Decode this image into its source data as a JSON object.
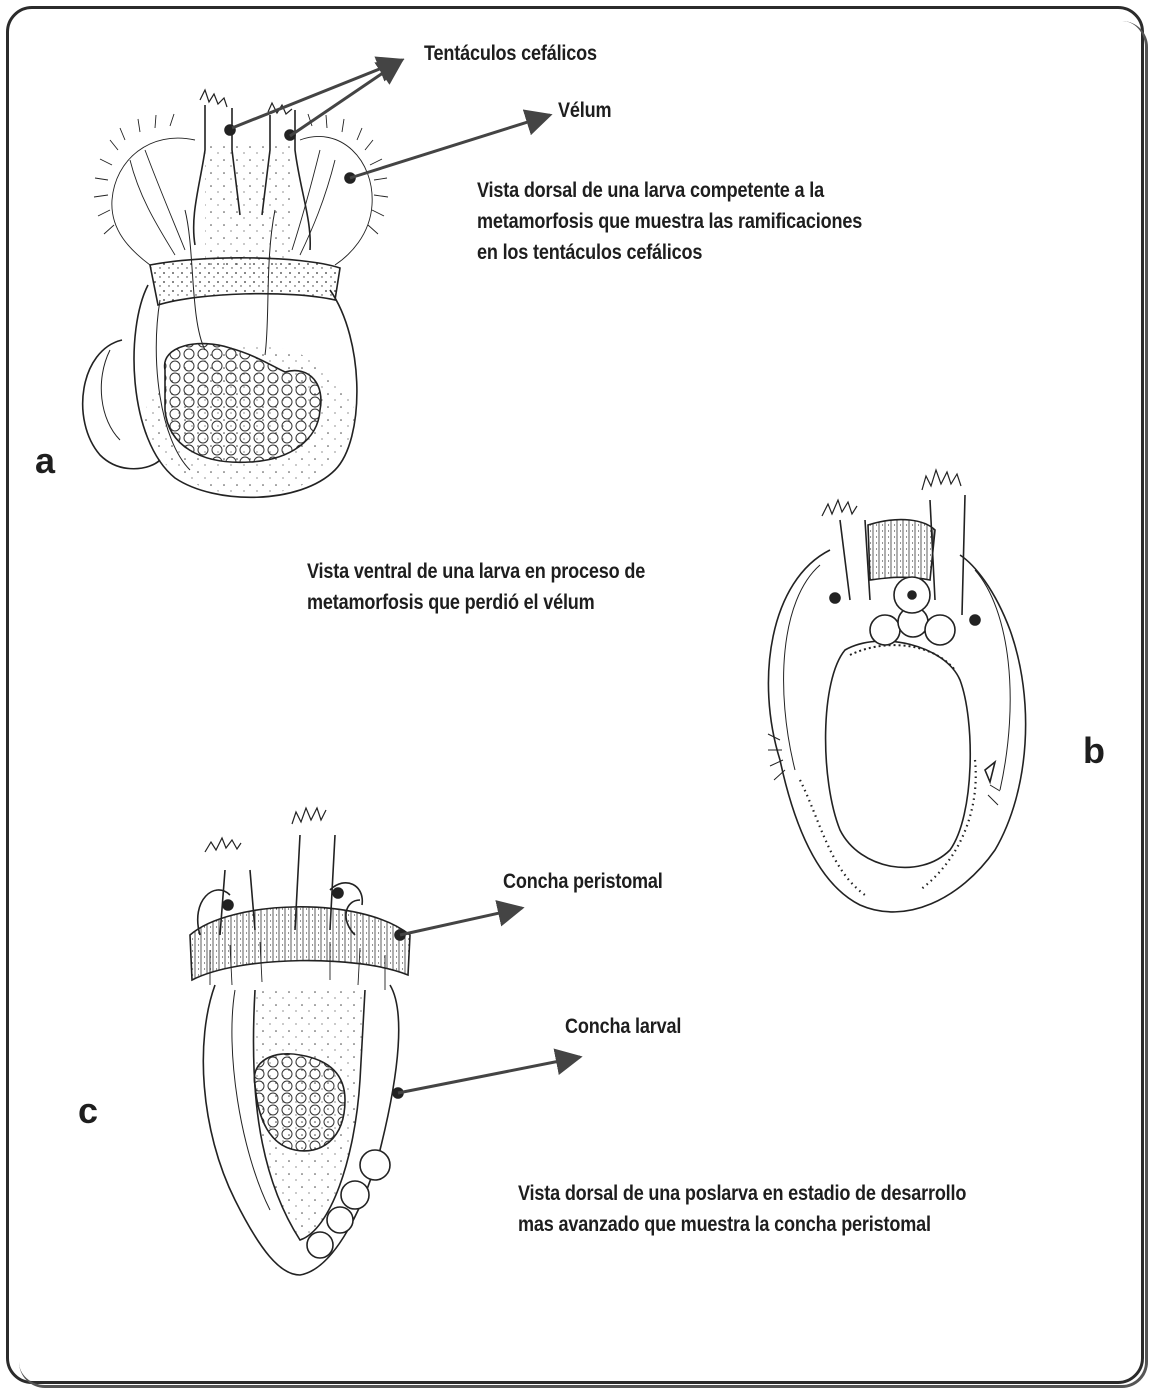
{
  "labels": {
    "tentaculos": "Tentáculos cefálicos",
    "velum": "Vélum",
    "concha_peristomal": "Concha peristomal",
    "concha_larval": "Concha larval"
  },
  "captions": {
    "a": [
      "Vista dorsal de una larva competente a la",
      "metamorfosis que muestra las ramificaciones",
      "en los tentáculos cefálicos"
    ],
    "b": [
      "Vista ventral de una larva en proceso de",
      "metamorfosis que perdió el vélum"
    ],
    "c": [
      "Vista dorsal de una poslarva en estadio de desarrollo",
      "mas avanzado que muestra la concha peristomal"
    ]
  },
  "panel_letters": {
    "a": "a",
    "b": "b",
    "c": "c"
  },
  "colors": {
    "ink": "#1e1e1e",
    "frame": "#2b2b2b",
    "background": "#ffffff"
  }
}
